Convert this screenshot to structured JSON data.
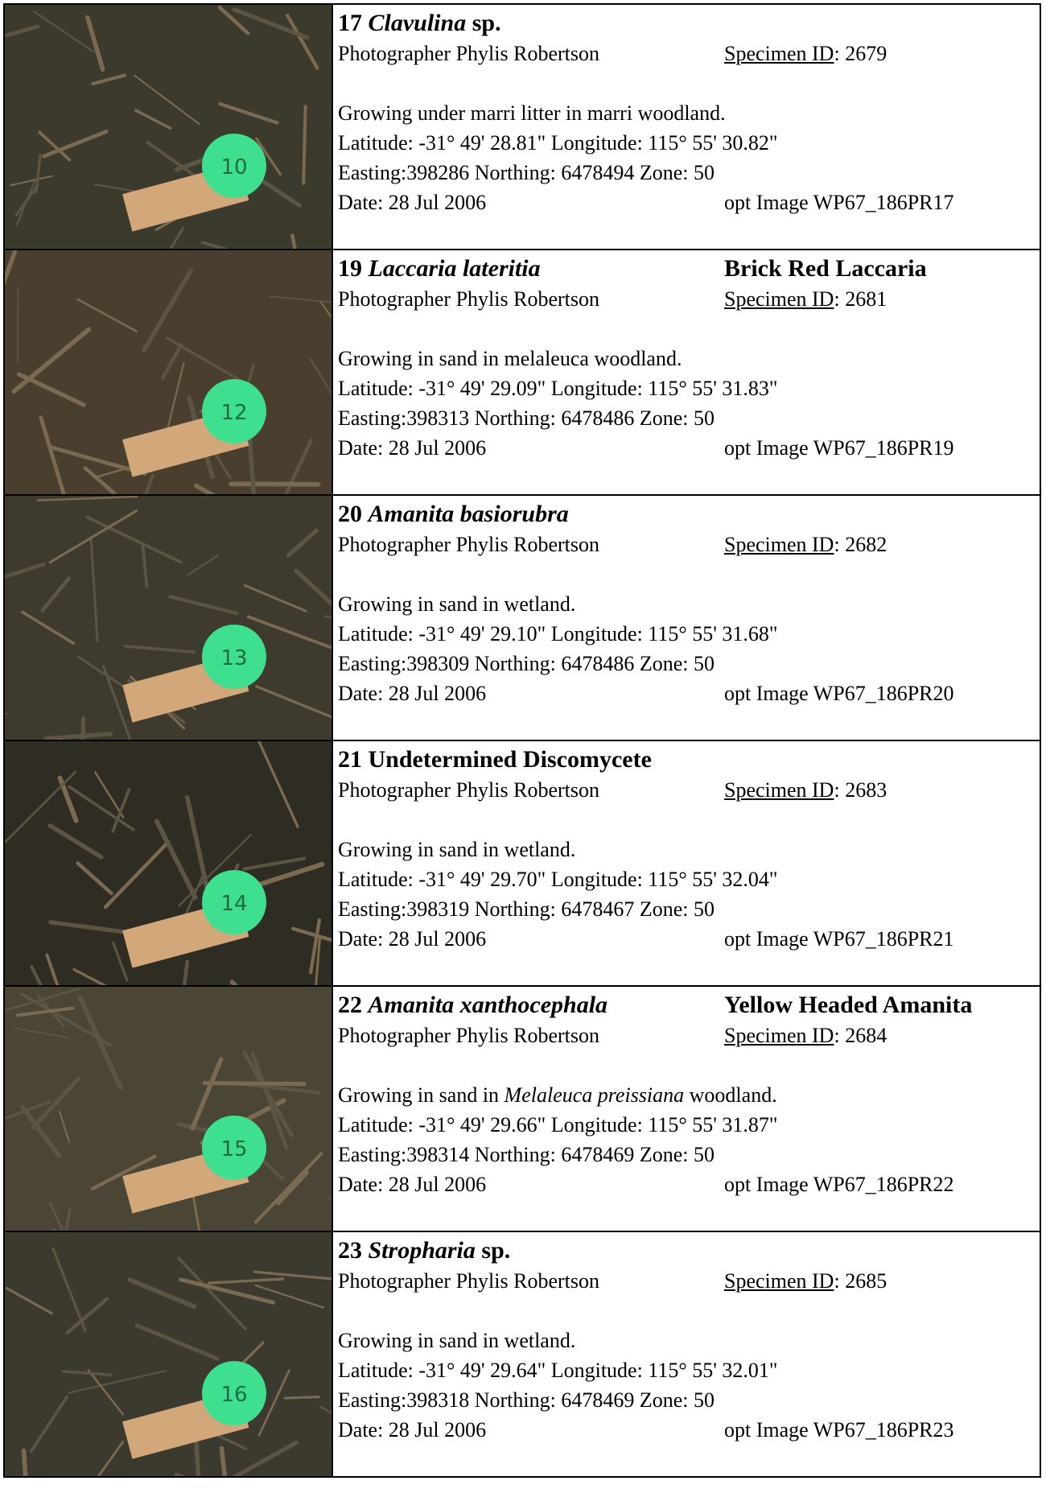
{
  "records": [
    {
      "number": "17",
      "genus": "Clavulina",
      "species_suffix": "sp.",
      "common_name": "",
      "photographer": "Photographer Phylis Robertson",
      "specimen_id_label": "Specimen ID",
      "specimen_id": "2679",
      "habitat_pre": "Growing under marri litter in marri woodland.",
      "habitat_italic": "",
      "habitat_post": "",
      "lat_long": "Latitude: -31° 49' 28.81\" Longitude: 115° 55' 30.82\"",
      "grid": "Easting:398286 Northing: 6478494 Zone: 50",
      "date": "Date: 28 Jul 2006",
      "image": "opt Image WP67_186PR17",
      "marker_label": "10"
    },
    {
      "number": "19",
      "genus": "Laccaria lateritia",
      "species_suffix": "",
      "common_name": "Brick Red Laccaria",
      "photographer": "Photographer Phylis Robertson",
      "specimen_id_label": "Specimen ID",
      "specimen_id": "2681",
      "habitat_pre": "Growing in sand in melaleuca woodland.",
      "habitat_italic": "",
      "habitat_post": "",
      "lat_long": "Latitude: -31° 49' 29.09\" Longitude: 115° 55' 31.83\"",
      "grid": "Easting:398313 Northing: 6478486 Zone: 50",
      "date": "Date: 28 Jul 2006",
      "image": "opt Image WP67_186PR19",
      "marker_label": "12"
    },
    {
      "number": "20",
      "genus": "Amanita basiorubra",
      "species_suffix": "",
      "common_name": "",
      "photographer": "Photographer Phylis Robertson",
      "specimen_id_label": "Specimen ID",
      "specimen_id": "2682",
      "habitat_pre": "Growing in sand in wetland.",
      "habitat_italic": "",
      "habitat_post": "",
      "lat_long": "Latitude: -31° 49' 29.10\" Longitude: 115° 55' 31.68\"",
      "grid": "Easting:398309 Northing: 6478486 Zone: 50",
      "date": "Date: 28 Jul 2006",
      "image": "opt Image WP67_186PR20",
      "marker_label": "13"
    },
    {
      "number": "21",
      "genus": "",
      "species_suffix": "Undetermined Discomycete",
      "common_name": "",
      "photographer": "Photographer Phylis Robertson",
      "specimen_id_label": "Specimen ID",
      "specimen_id": "2683",
      "habitat_pre": "Growing in sand in wetland.",
      "habitat_italic": "",
      "habitat_post": "",
      "lat_long": "Latitude: -31° 49' 29.70\" Longitude: 115° 55' 32.04\"",
      "grid": "Easting:398319 Northing: 6478467 Zone: 50",
      "date": "Date: 28 Jul 2006",
      "image": "opt Image WP67_186PR21",
      "marker_label": "14"
    },
    {
      "number": "22",
      "genus": "Amanita xanthocephala",
      "species_suffix": "",
      "common_name": "Yellow Headed Amanita",
      "photographer": "Photographer Phylis Robertson",
      "specimen_id_label": "Specimen ID",
      "specimen_id": "2684",
      "habitat_pre": "Growing in sand in ",
      "habitat_italic": "Melaleuca preissiana",
      "habitat_post": " woodland.",
      "lat_long": "Latitude: -31° 49' 29.66\" Longitude: 115° 55' 31.87\"",
      "grid": "Easting:398314 Northing: 6478469 Zone: 50",
      "date": "Date: 28 Jul 2006",
      "image": "opt Image WP67_186PR22",
      "marker_label": "15"
    },
    {
      "number": "23",
      "genus": "Stropharia",
      "species_suffix": "sp.",
      "common_name": "",
      "photographer": "Photographer Phylis Robertson",
      "specimen_id_label": "Specimen ID",
      "specimen_id": "2685",
      "habitat_pre": "Growing in sand in wetland.",
      "habitat_italic": "",
      "habitat_post": "",
      "lat_long": "Latitude: -31° 49' 29.64\" Longitude: 115° 55' 32.01\"",
      "grid": "Easting:398318 Northing: 6478469 Zone: 50",
      "date": "Date: 28 Jul 2006",
      "image": "opt Image WP67_186PR23",
      "marker_label": "16"
    }
  ],
  "photo_colors": {
    "ground": [
      "#3b3a2c",
      "#4a3f2f",
      "#3e3b2e",
      "#2f2c24",
      "#4b4536",
      "#3c3a2e"
    ],
    "marker": "#3ee08f",
    "ruler": "#d2a77a"
  }
}
